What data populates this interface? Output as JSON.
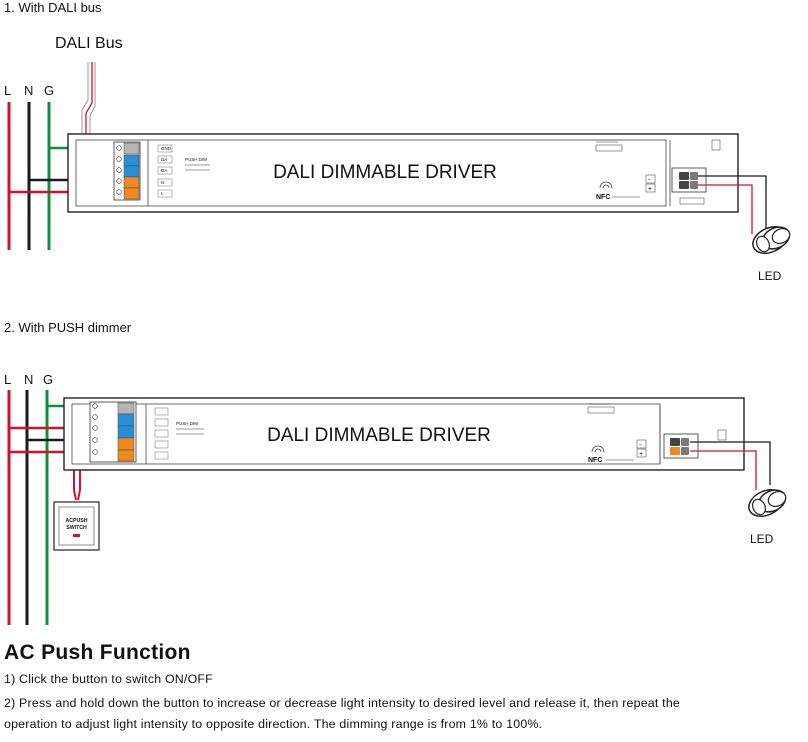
{
  "section1": {
    "title": "1. With DALI bus",
    "bus_label": "DALI Bus",
    "line_labels": [
      "L",
      "N",
      "G"
    ],
    "driver_label": "DALI DIMMABLE DRIVER",
    "led_label": "LED",
    "nfc_label": "NFC",
    "terminal_labels": [
      "GND",
      "DA",
      "DA",
      "N",
      "L"
    ],
    "push_dim_label": "PUSH DIM",
    "output_signs": [
      "-",
      "+"
    ]
  },
  "section2": {
    "title": "2. With PUSH dimmer",
    "line_labels": [
      "L",
      "N",
      "G"
    ],
    "driver_label": "DALI DIMMABLE DRIVER",
    "led_label": "LED",
    "nfc_label": "NFC",
    "switch_label_1": "ACPUSH",
    "switch_label_2": "SWITCH",
    "push_dim_label": "PUSH DIM",
    "output_signs": [
      "-",
      "+"
    ]
  },
  "ac_push": {
    "heading": "AC Push Function",
    "line1": "1) Click the button to switch ON/OFF",
    "line2": "2) Press and hold down the button to increase or decrease light intensity to desired level and release it, then repeat the",
    "line3": "operation to adjust light intensity to opposite direction. The dimming range is from 1% to 100%."
  },
  "colors": {
    "live": "#d7102a",
    "neutral": "#1a1a1a",
    "ground": "#0f8f3a",
    "terminal_blue": "#2a8fd8",
    "terminal_orange": "#f08a1e",
    "terminal_grey": "#b5b5b5",
    "bus_wire": "#d7102a"
  }
}
